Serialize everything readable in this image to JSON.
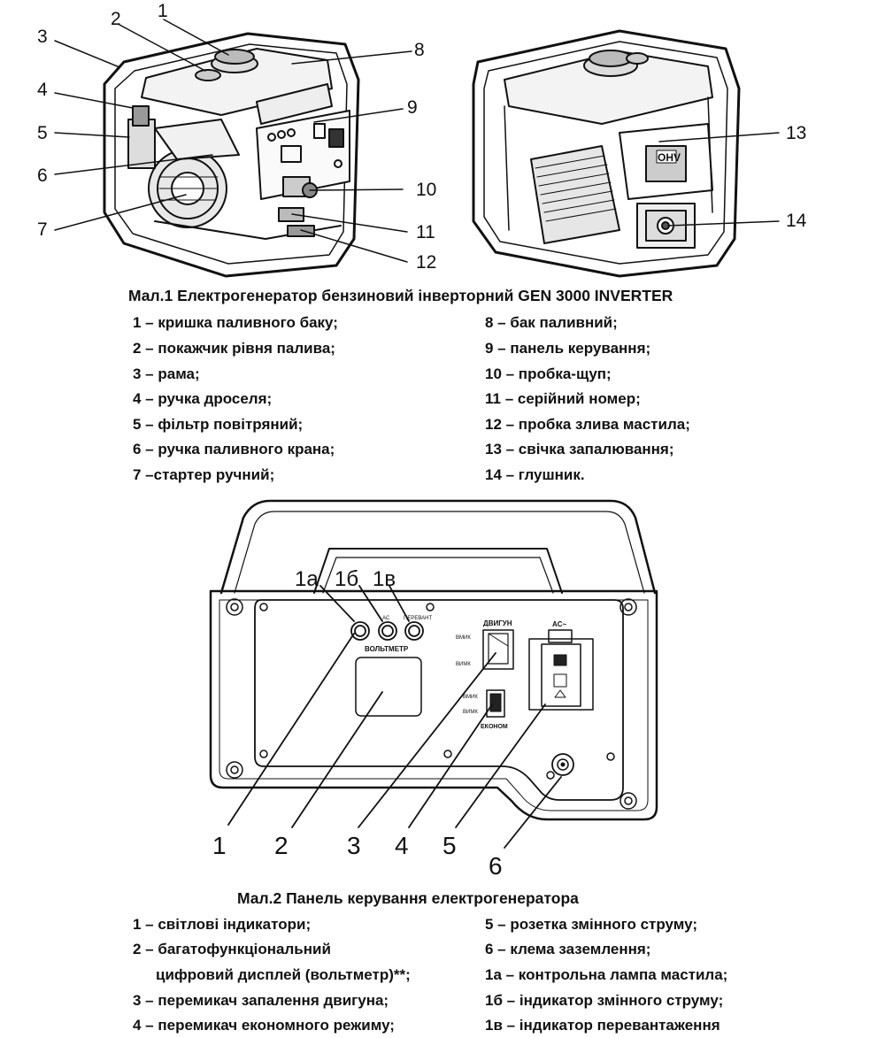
{
  "figure1": {
    "callouts": [
      "1",
      "2",
      "3",
      "4",
      "5",
      "6",
      "7",
      "8",
      "9",
      "10",
      "11",
      "12",
      "13",
      "14"
    ],
    "caption": "Мал.1 Електрогенератор бензиновий інверторний GEN 3000 INVERTER",
    "engine_badge": "OHV",
    "legend_left": [
      "1 – кришка паливного баку;",
      "2 – покажчик рівня палива;",
      "3 – рама;",
      "4 – ручка дроселя;",
      "5 – фільтр повітряний;",
      "6 – ручка паливного крана;",
      "7 –стартер ручний;"
    ],
    "legend_right": [
      "8 – бак паливний;",
      "9 – панель керування;",
      "10 – пробка-щуп;",
      "11 – серійний номер;",
      "12 – пробка злива мастила;",
      "13 – свічка запалювання;",
      "14 – глушник."
    ]
  },
  "figure2": {
    "top_callouts": [
      "1а",
      "1б",
      "1в"
    ],
    "panel_labels": {
      "ac_small": "AC",
      "overload_small": "ПЕРЕВАНТ",
      "voltmeter": "ВОЛЬТМЕТР",
      "engine": "ДВИГУН",
      "on": "ВМИК",
      "off": "ВИМК",
      "eco_on": "ВМИК",
      "eco_off": "ВИМК",
      "eco": "ЕКОНОМ",
      "ac_socket": "AC~"
    },
    "bottom_callouts": [
      "1",
      "2",
      "3",
      "4",
      "5",
      "6"
    ],
    "caption": "Мал.2 Панель керування електрогенератора",
    "legend_left": [
      "1 – світлові індикатори;",
      "2 – багатофункціональний",
      "цифровий дисплей (вольтметр)**;",
      "3 – перемикач запалення двигуна;",
      "4 – перемикач економного режиму;"
    ],
    "legend_right": [
      "5 – розетка змінного струму;",
      "6 – клема заземлення;",
      "1а – контрольна лампа мастила;",
      "1б – індикатор змінного струму;",
      "1в – індикатор перевантаження"
    ]
  }
}
